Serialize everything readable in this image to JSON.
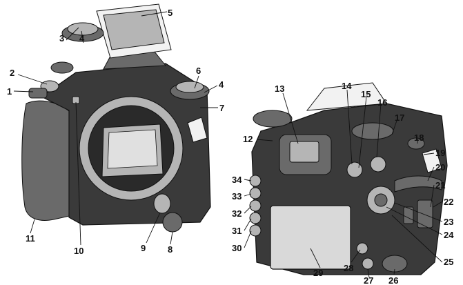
{
  "figure": {
    "callouts": [
      {
        "id": "c1",
        "label": "1"
      },
      {
        "id": "c2",
        "label": "2"
      },
      {
        "id": "c3",
        "label": "3"
      },
      {
        "id": "c4a",
        "label": "4"
      },
      {
        "id": "c5",
        "label": "5"
      },
      {
        "id": "c6",
        "label": "6"
      },
      {
        "id": "c4b",
        "label": "4"
      },
      {
        "id": "c7",
        "label": "7"
      },
      {
        "id": "c8",
        "label": "8"
      },
      {
        "id": "c9",
        "label": "9"
      },
      {
        "id": "c10",
        "label": "10"
      },
      {
        "id": "c11",
        "label": "11"
      },
      {
        "id": "c12",
        "label": "12"
      },
      {
        "id": "c13",
        "label": "13"
      },
      {
        "id": "c14",
        "label": "14"
      },
      {
        "id": "c15",
        "label": "15"
      },
      {
        "id": "c16",
        "label": "16"
      },
      {
        "id": "c17",
        "label": "17"
      },
      {
        "id": "c18",
        "label": "18"
      },
      {
        "id": "c19",
        "label": "19"
      },
      {
        "id": "c20",
        "label": "20"
      },
      {
        "id": "c21",
        "label": "21"
      },
      {
        "id": "c22",
        "label": "22"
      },
      {
        "id": "c23",
        "label": "23"
      },
      {
        "id": "c24",
        "label": "24"
      },
      {
        "id": "c25",
        "label": "25"
      },
      {
        "id": "c26",
        "label": "26"
      },
      {
        "id": "c27",
        "label": "27"
      },
      {
        "id": "c28",
        "label": "28"
      },
      {
        "id": "c29",
        "label": "29"
      },
      {
        "id": "c30",
        "label": "30"
      },
      {
        "id": "c31",
        "label": "31"
      },
      {
        "id": "c32",
        "label": "32"
      },
      {
        "id": "c33",
        "label": "33"
      },
      {
        "id": "c34",
        "label": "34"
      }
    ],
    "colors": {
      "ink": "#111111",
      "body": "#3a3a3a",
      "screen": "#d9d9d9",
      "background": "#ffffff"
    }
  }
}
